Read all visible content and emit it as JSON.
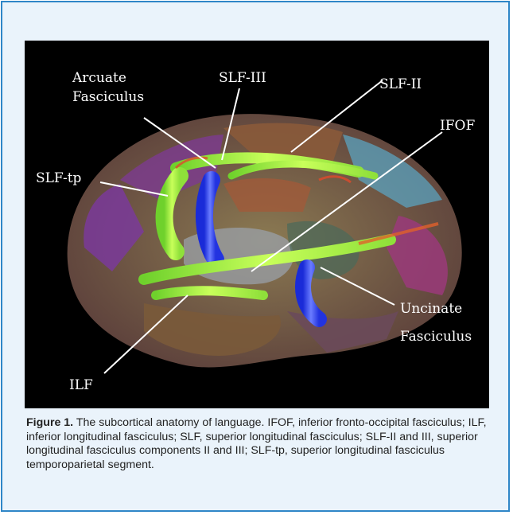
{
  "figure": {
    "labels": {
      "arcuate_line1": "Arcuate",
      "arcuate_line2": "Fasciculus",
      "slf_iii": "SLF-III",
      "slf_ii": "SLF-II",
      "ifof": "IFOF",
      "slf_tp": "SLF-tp",
      "uncinate_line1": "Uncinate",
      "uncinate_line2": "Fasciculus",
      "ilf": "ILF"
    }
  },
  "caption": {
    "label": "Figure 1.",
    "text": "The subcortical anatomy of language. IFOF, inferior fronto-occipital fasciculus; ILF, inferior longitudinal fasciculus; SLF, superior longitudinal fasciculus; SLF-II and III, superior longitudinal fasciculus components II and III; SLF-tp, superior longitudinal fasciculus temporoparietal segment."
  },
  "colors": {
    "frame_border": "#2f86c7",
    "frame_background": "#eaf3fb",
    "tract_green": "#aef23a",
    "tract_blue": "#3a4dff"
  }
}
